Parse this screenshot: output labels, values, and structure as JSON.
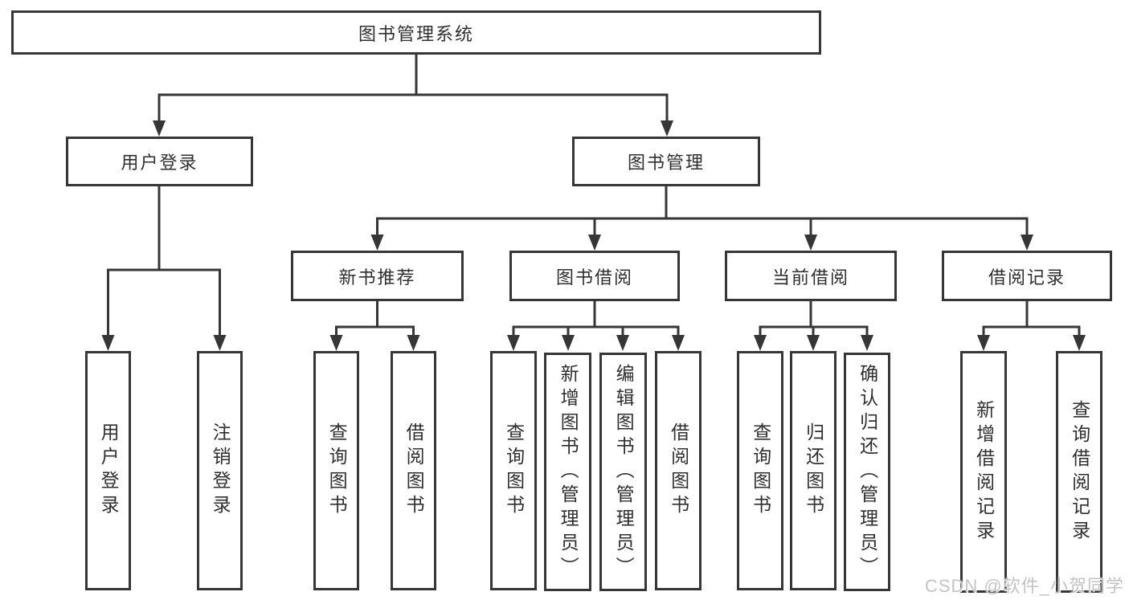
{
  "colors": {
    "line": "#363636",
    "text": "#2f2f2f",
    "box_background": "#ffffff",
    "background": "#ffffff",
    "watermark": "#c3c3c3"
  },
  "watermark": {
    "text": "CSDN @软件_小贺同学"
  },
  "tree": {
    "root": {
      "label": "图书管理系统",
      "children": [
        {
          "label": "用户登录",
          "children": [
            {
              "label": "用户登录"
            },
            {
              "label": "注销登录"
            }
          ]
        },
        {
          "label": "图书管理",
          "children": [
            {
              "label": "新书推荐",
              "children": [
                {
                  "label": "查询图书"
                },
                {
                  "label": "借阅图书"
                }
              ]
            },
            {
              "label": "图书借阅",
              "children": [
                {
                  "label": "查询图书"
                },
                {
                  "label": "新增图书（管理员）"
                },
                {
                  "label": "编辑图书（管理员）"
                },
                {
                  "label": "借阅图书"
                }
              ]
            },
            {
              "label": "当前借阅",
              "children": [
                {
                  "label": "查询图书"
                },
                {
                  "label": "归还图书"
                },
                {
                  "label": "确认归还（管理员）"
                }
              ]
            },
            {
              "label": "借阅记录",
              "children": [
                {
                  "label": "新增借阅记录"
                },
                {
                  "label": "查询借阅记录"
                }
              ]
            }
          ]
        }
      ]
    }
  }
}
